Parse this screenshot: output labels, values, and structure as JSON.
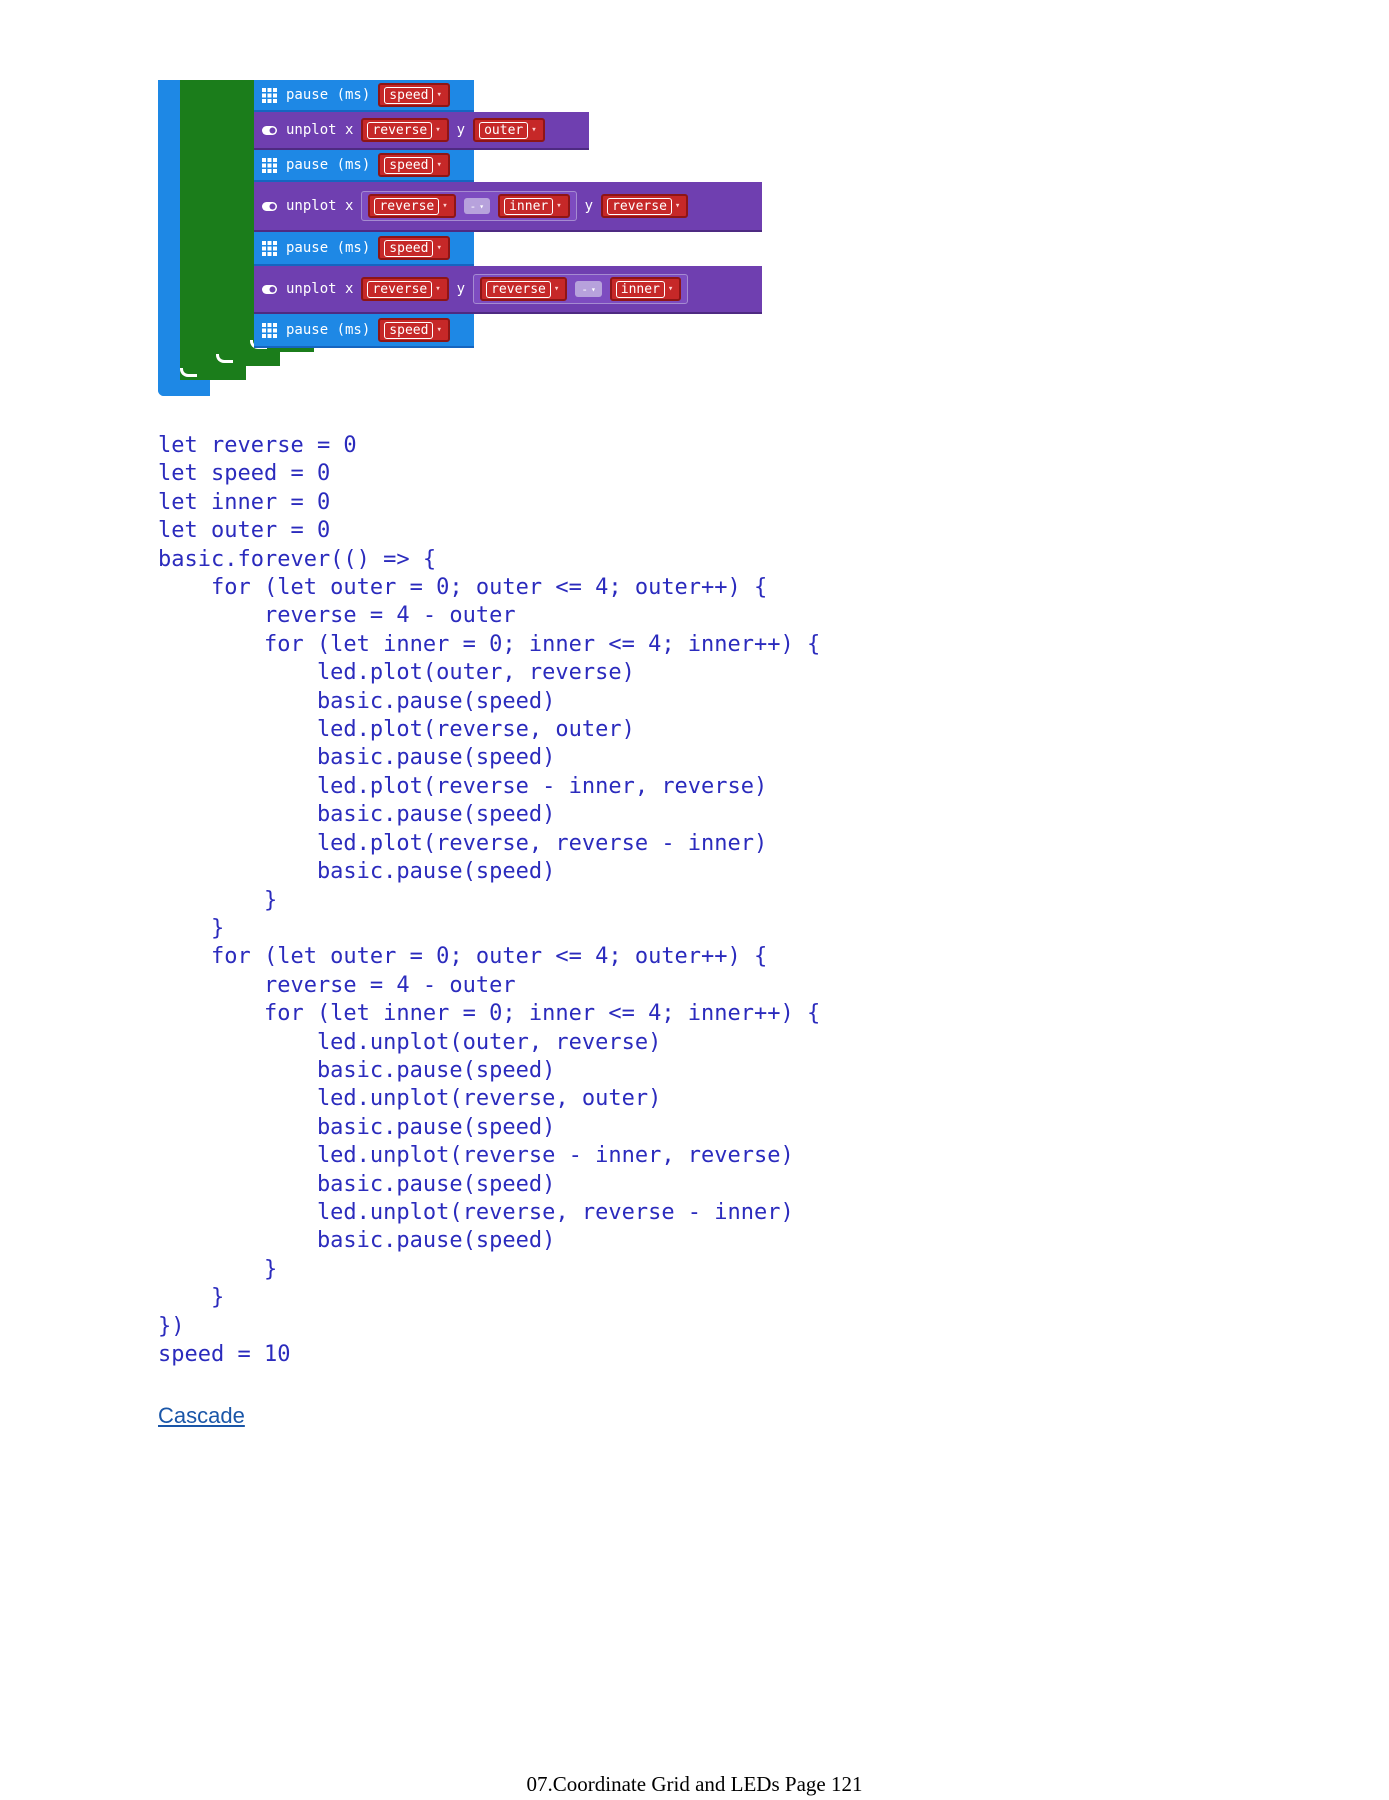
{
  "blocks": {
    "pause_label": "pause (ms)",
    "unplot_label": "unplot x",
    "y_label": "y",
    "speed": "speed",
    "reverse": "reverse",
    "outer": "outer",
    "inner": "inner",
    "minus_op": "-",
    "caret": "▾"
  },
  "code": "let reverse = 0\nlet speed = 0\nlet inner = 0\nlet outer = 0\nbasic.forever(() => {\n    for (let outer = 0; outer <= 4; outer++) {\n        reverse = 4 - outer\n        for (let inner = 0; inner <= 4; inner++) {\n            led.plot(outer, reverse)\n            basic.pause(speed)\n            led.plot(reverse, outer)\n            basic.pause(speed)\n            led.plot(reverse - inner, reverse)\n            basic.pause(speed)\n            led.plot(reverse, reverse - inner)\n            basic.pause(speed)\n        }\n    }\n    for (let outer = 0; outer <= 4; outer++) {\n        reverse = 4 - outer\n        for (let inner = 0; inner <= 4; inner++) {\n            led.unplot(outer, reverse)\n            basic.pause(speed)\n            led.unplot(reverse, outer)\n            basic.pause(speed)\n            led.unplot(reverse - inner, reverse)\n            basic.pause(speed)\n            led.unplot(reverse, reverse - inner)\n            basic.pause(speed)\n        }\n    }\n})\nspeed = 10",
  "link": "Cascade",
  "footer": "07.Coordinate Grid and LEDs Page 121",
  "colors": {
    "pause_block": "#1e88e5",
    "unplot_block": "#6f3fb0",
    "loop_block": "#1b7d1b",
    "variable": "#c62828",
    "code_text": "#2b2bbd",
    "link": "#1a56a8"
  }
}
